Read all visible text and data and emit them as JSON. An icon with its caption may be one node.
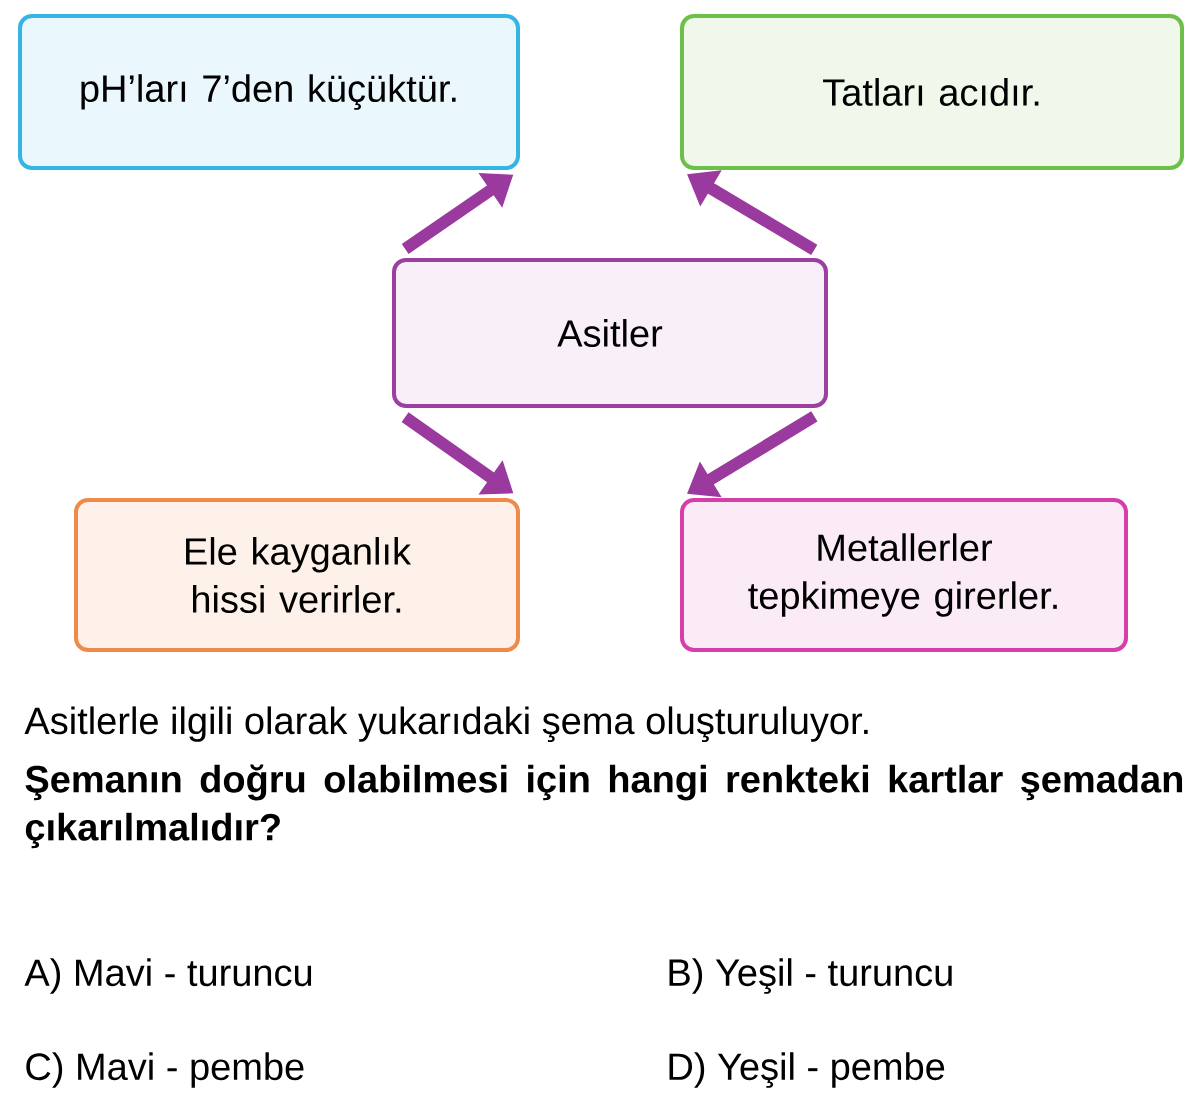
{
  "diagram": {
    "nodes": [
      {
        "text": [
          "Asitler"
        ]
      },
      {
        "text": [
          "pH’ları 7’den küçüktür."
        ]
      },
      {
        "text": [
          "Tatları acıdır."
        ]
      },
      {
        "text": [
          "Ele kayganlık hissi verirler."
        ]
      },
      {
        "text": [
          "Metallerler tepkimeye girerler."
        ]
      }
    ],
    "edges": [
      {
        "from": 0,
        "to": 1,
        "arrow": "to"
      },
      {
        "from": 0,
        "to": 2,
        "arrow": "to"
      },
      {
        "from": 0,
        "to": 3,
        "arrow": "to"
      },
      {
        "from": 0,
        "to": 4,
        "arrow": "to"
      }
    ],
    "labels": [
      "Asitlerle ilgili olarak yukarıdaki şema oluşturuluyor.",
      "Şemanın doğru olabilmesi için hangi renkteki kartlar şemadan çıkarılmalıdır?",
      "A) Mavi - turuncu",
      "B) Yeşil - turuncu",
      "C) Mavi - pembe",
      "D) Yeşil - pembe"
    ]
  }
}
